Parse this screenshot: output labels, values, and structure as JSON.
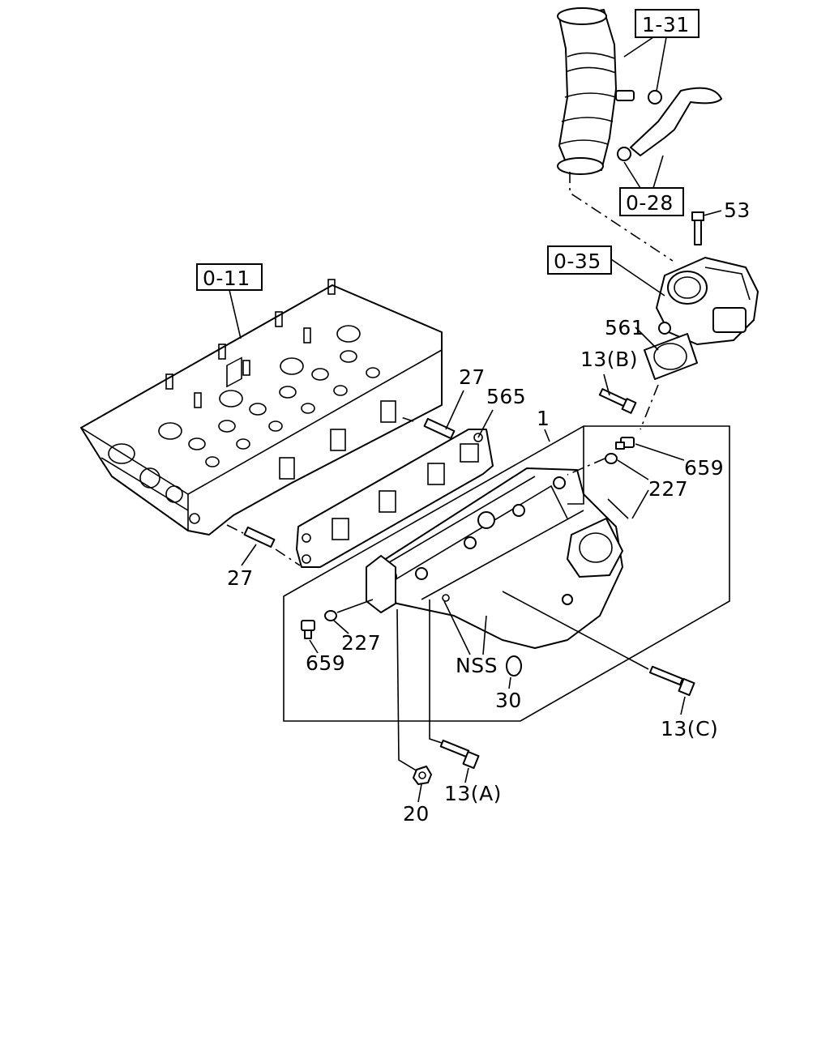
{
  "labels": {
    "ref_1_31": "1-31",
    "ref_0_28": "0-28",
    "ref_0_35": "0-35",
    "ref_0_11": "0-11",
    "p53": "53",
    "p561": "561",
    "p13b": "13(B)",
    "p27_top": "27",
    "p565": "565",
    "p1": "1",
    "p659_right": "659",
    "p227_right": "227",
    "p27_left": "27",
    "p227_left": "227",
    "p659_left": "659",
    "pNSS": "NSS",
    "p30": "30",
    "p13c": "13(C)",
    "p13a": "13(A)",
    "p20": "20"
  }
}
